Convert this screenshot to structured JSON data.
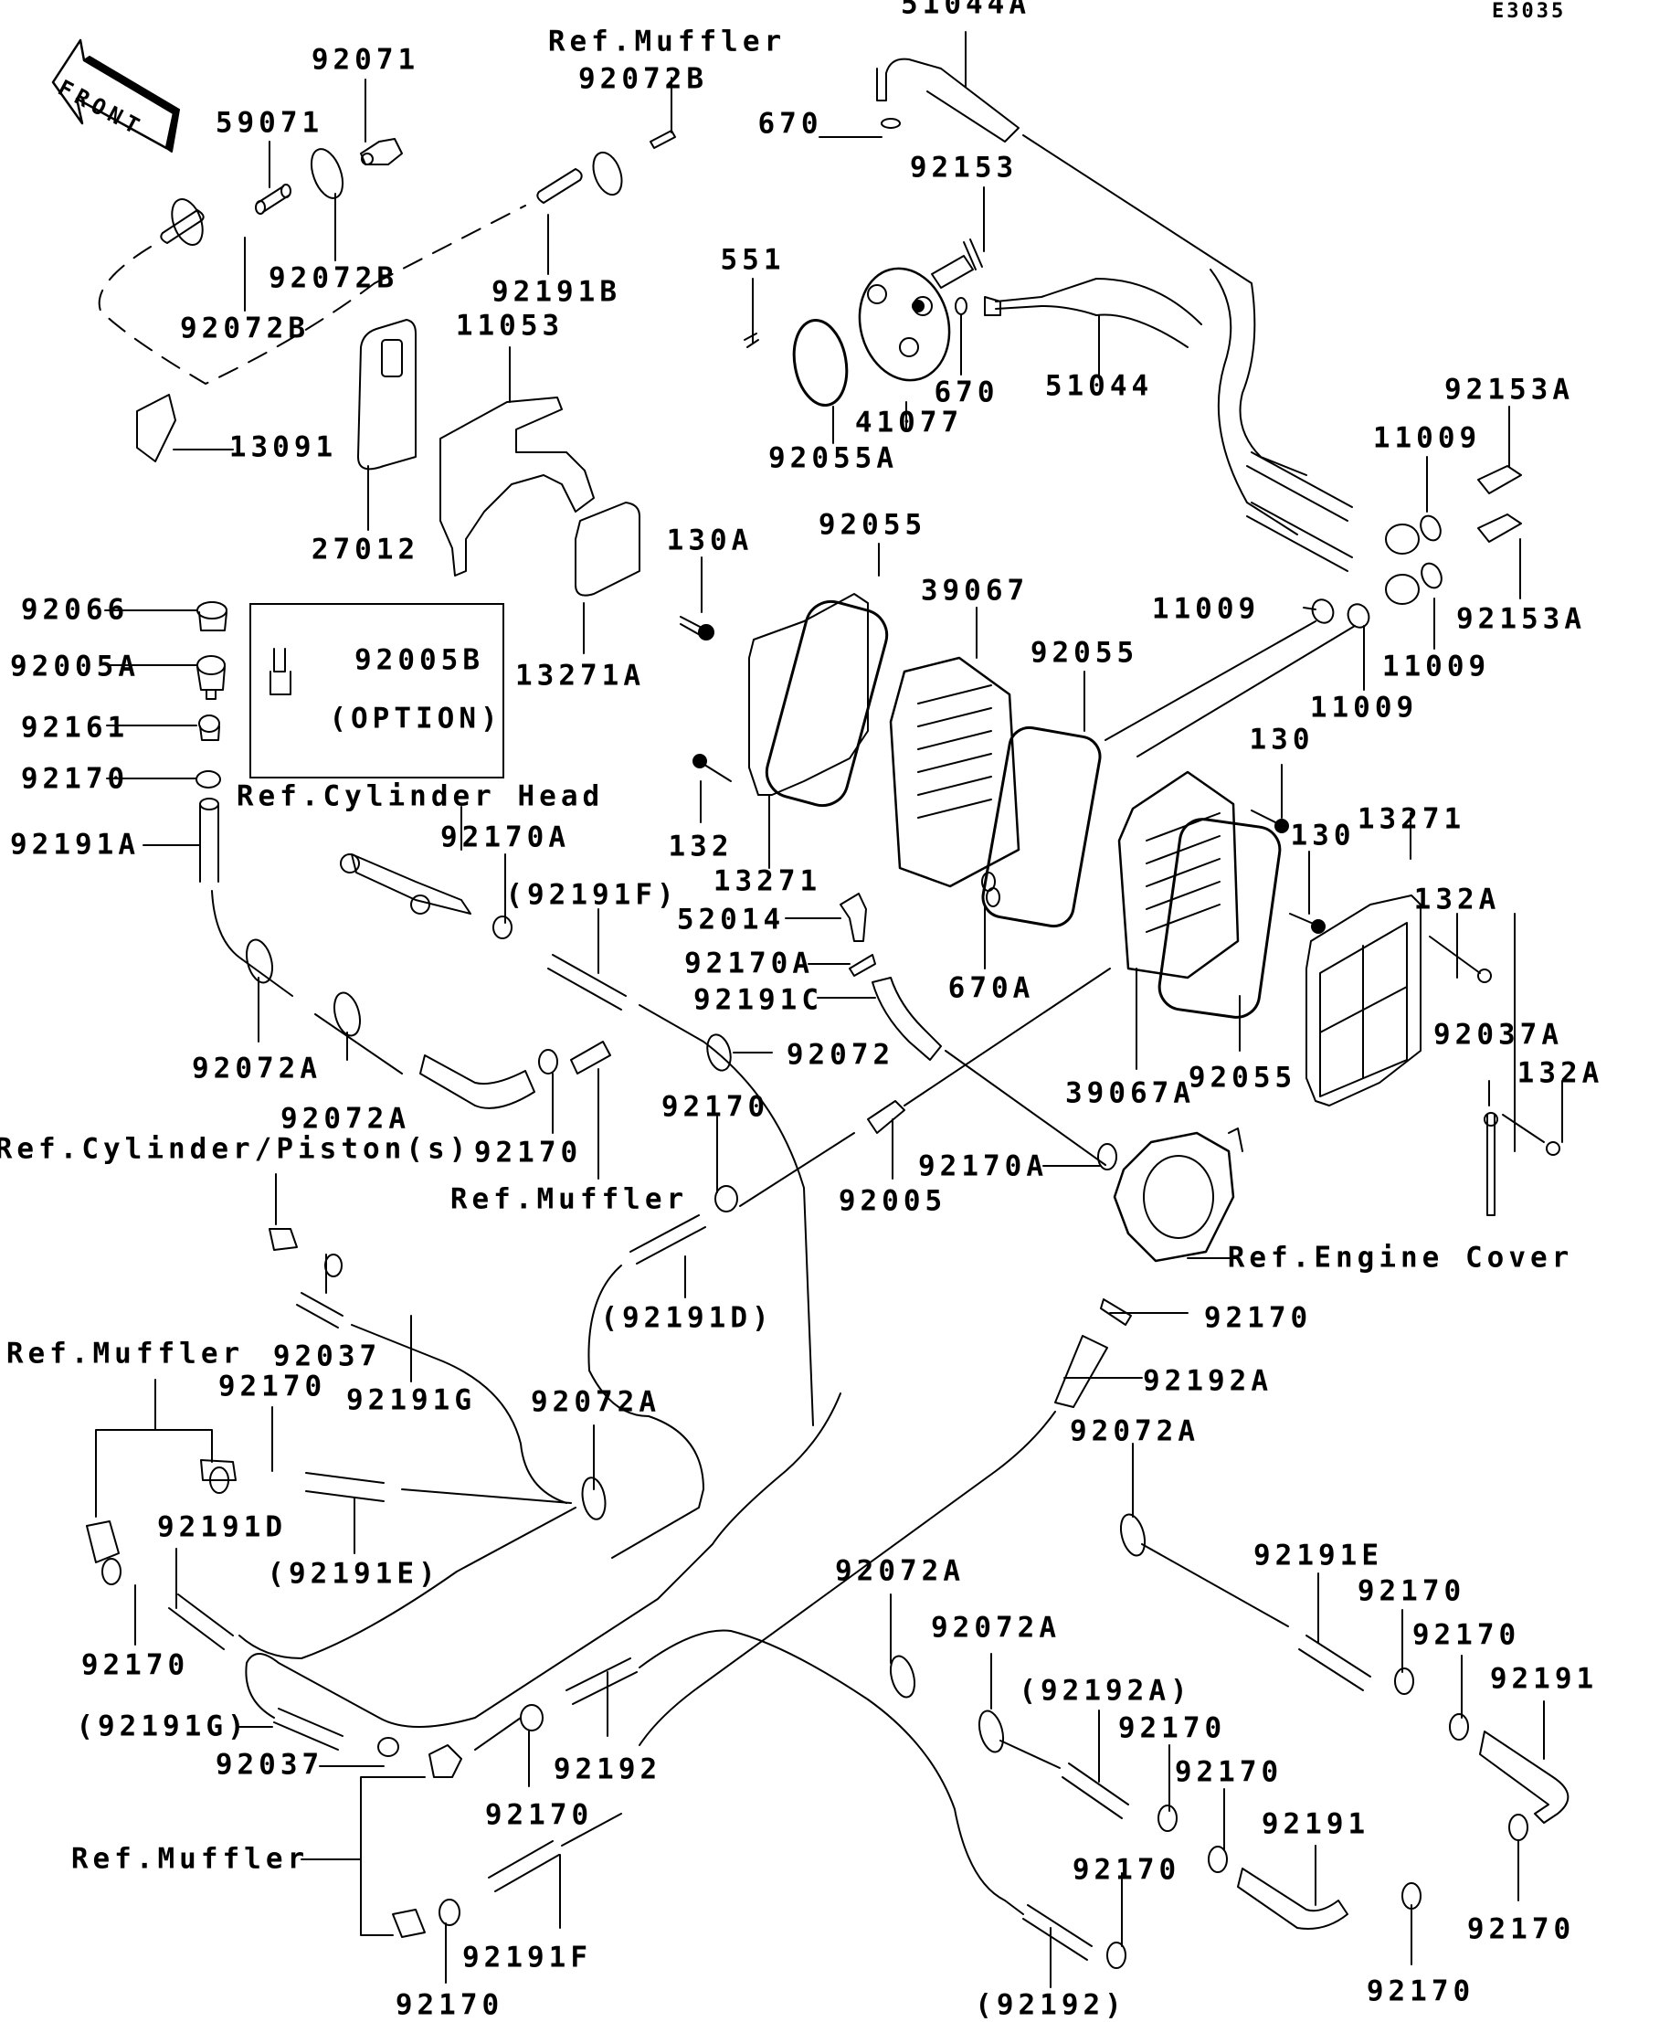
{
  "diagram": {
    "code": "E3035",
    "front_marker": "FRONT",
    "option_box_label": "(OPTION)",
    "labels": [
      {
        "id": "51044A-top",
        "text": "51044A"
      },
      {
        "id": "refmuffler-top",
        "text": "Ref.Muffler"
      },
      {
        "id": "92071",
        "text": "92071"
      },
      {
        "id": "92072B-a",
        "text": "92072B"
      },
      {
        "id": "59071",
        "text": "59071"
      },
      {
        "id": "670-a",
        "text": "670"
      },
      {
        "id": "92153",
        "text": "92153"
      },
      {
        "id": "92072B-b",
        "text": "92072B"
      },
      {
        "id": "92191B",
        "text": "92191B"
      },
      {
        "id": "92072B-c",
        "text": "92072B"
      },
      {
        "id": "551",
        "text": "551"
      },
      {
        "id": "11053",
        "text": "11053"
      },
      {
        "id": "670-b",
        "text": "670"
      },
      {
        "id": "51044",
        "text": "51044"
      },
      {
        "id": "41077",
        "text": "41077"
      },
      {
        "id": "92055A",
        "text": "92055A"
      },
      {
        "id": "13091",
        "text": "13091"
      },
      {
        "id": "92153A-a",
        "text": "92153A"
      },
      {
        "id": "11009-a",
        "text": "11009"
      },
      {
        "id": "27012",
        "text": "27012"
      },
      {
        "id": "92055-a",
        "text": "92055"
      },
      {
        "id": "130A",
        "text": "130A"
      },
      {
        "id": "39067",
        "text": "39067"
      },
      {
        "id": "92153A-b",
        "text": "92153A"
      },
      {
        "id": "11009-b",
        "text": "11009"
      },
      {
        "id": "92066",
        "text": "92066"
      },
      {
        "id": "92005B",
        "text": "92005B"
      },
      {
        "id": "92005A",
        "text": "92005A"
      },
      {
        "id": "13271A",
        "text": "13271A"
      },
      {
        "id": "92055-b",
        "text": "92055"
      },
      {
        "id": "11009-c",
        "text": "11009"
      },
      {
        "id": "11009-d",
        "text": "11009"
      },
      {
        "id": "92161",
        "text": "92161"
      },
      {
        "id": "130-a",
        "text": "130"
      },
      {
        "id": "92170-a",
        "text": "92170"
      },
      {
        "id": "refcylhead",
        "text": "Ref.Cylinder Head"
      },
      {
        "id": "13271-a",
        "text": "13271"
      },
      {
        "id": "92191A",
        "text": "92191A"
      },
      {
        "id": "92170A-a",
        "text": "92170A"
      },
      {
        "id": "130-b",
        "text": "130"
      },
      {
        "id": "132",
        "text": "132"
      },
      {
        "id": "92191F-paren",
        "text": "(92191F)"
      },
      {
        "id": "13271-b",
        "text": "13271"
      },
      {
        "id": "132A-a",
        "text": "132A"
      },
      {
        "id": "52014",
        "text": "52014"
      },
      {
        "id": "92170A-b",
        "text": "92170A"
      },
      {
        "id": "670A",
        "text": "670A"
      },
      {
        "id": "92191C",
        "text": "92191C"
      },
      {
        "id": "92037A",
        "text": "92037A"
      },
      {
        "id": "92072",
        "text": "92072"
      },
      {
        "id": "132A-b",
        "text": "132A"
      },
      {
        "id": "92072A-a",
        "text": "92072A"
      },
      {
        "id": "39067A",
        "text": "39067A"
      },
      {
        "id": "92055-c",
        "text": "92055"
      },
      {
        "id": "92170-b",
        "text": "92170"
      },
      {
        "id": "92072A-b",
        "text": "92072A"
      },
      {
        "id": "refcylpiston",
        "text": "Ref.Cylinder/Piston(s)"
      },
      {
        "id": "92170-c",
        "text": "92170"
      },
      {
        "id": "92170A-c",
        "text": "92170A"
      },
      {
        "id": "refmuffler-mid",
        "text": "Ref.Muffler"
      },
      {
        "id": "92005",
        "text": "92005"
      },
      {
        "id": "refenginecover",
        "text": "Ref.Engine Cover"
      },
      {
        "id": "92191D-paren",
        "text": "(92191D)"
      },
      {
        "id": "92170-d",
        "text": "92170"
      },
      {
        "id": "refmuffler-left",
        "text": "Ref.Muffler"
      },
      {
        "id": "92037-a",
        "text": "92037"
      },
      {
        "id": "92192A",
        "text": "92192A"
      },
      {
        "id": "92170-e",
        "text": "92170"
      },
      {
        "id": "92191G",
        "text": "92191G"
      },
      {
        "id": "92072A-c",
        "text": "92072A"
      },
      {
        "id": "92072A-d",
        "text": "92072A"
      },
      {
        "id": "92191D",
        "text": "92191D"
      },
      {
        "id": "92191E-paren",
        "text": "(92191E)"
      },
      {
        "id": "92191E",
        "text": "92191E"
      },
      {
        "id": "92072A-e",
        "text": "92072A"
      },
      {
        "id": "92170-f",
        "text": "92170"
      },
      {
        "id": "92072A-f",
        "text": "92072A"
      },
      {
        "id": "92170-g",
        "text": "92170"
      },
      {
        "id": "92170-h",
        "text": "92170"
      },
      {
        "id": "92191-a",
        "text": "92191"
      },
      {
        "id": "92191G-paren",
        "text": "(92191G)"
      },
      {
        "id": "92192A-paren",
        "text": "(92192A)"
      },
      {
        "id": "92037-b",
        "text": "92037"
      },
      {
        "id": "92170-i",
        "text": "92170"
      },
      {
        "id": "92192",
        "text": "92192"
      },
      {
        "id": "92170-j",
        "text": "92170"
      },
      {
        "id": "92170-k",
        "text": "92170"
      },
      {
        "id": "refmuffler-bottom",
        "text": "Ref.Muffler"
      },
      {
        "id": "92191-b",
        "text": "92191"
      },
      {
        "id": "92170-l",
        "text": "92170"
      },
      {
        "id": "92170-m",
        "text": "92170"
      },
      {
        "id": "92191F",
        "text": "92191F"
      },
      {
        "id": "92170-n",
        "text": "92170"
      },
      {
        "id": "92192-paren",
        "text": "(92192)"
      },
      {
        "id": "92170-o",
        "text": "92170"
      }
    ]
  }
}
